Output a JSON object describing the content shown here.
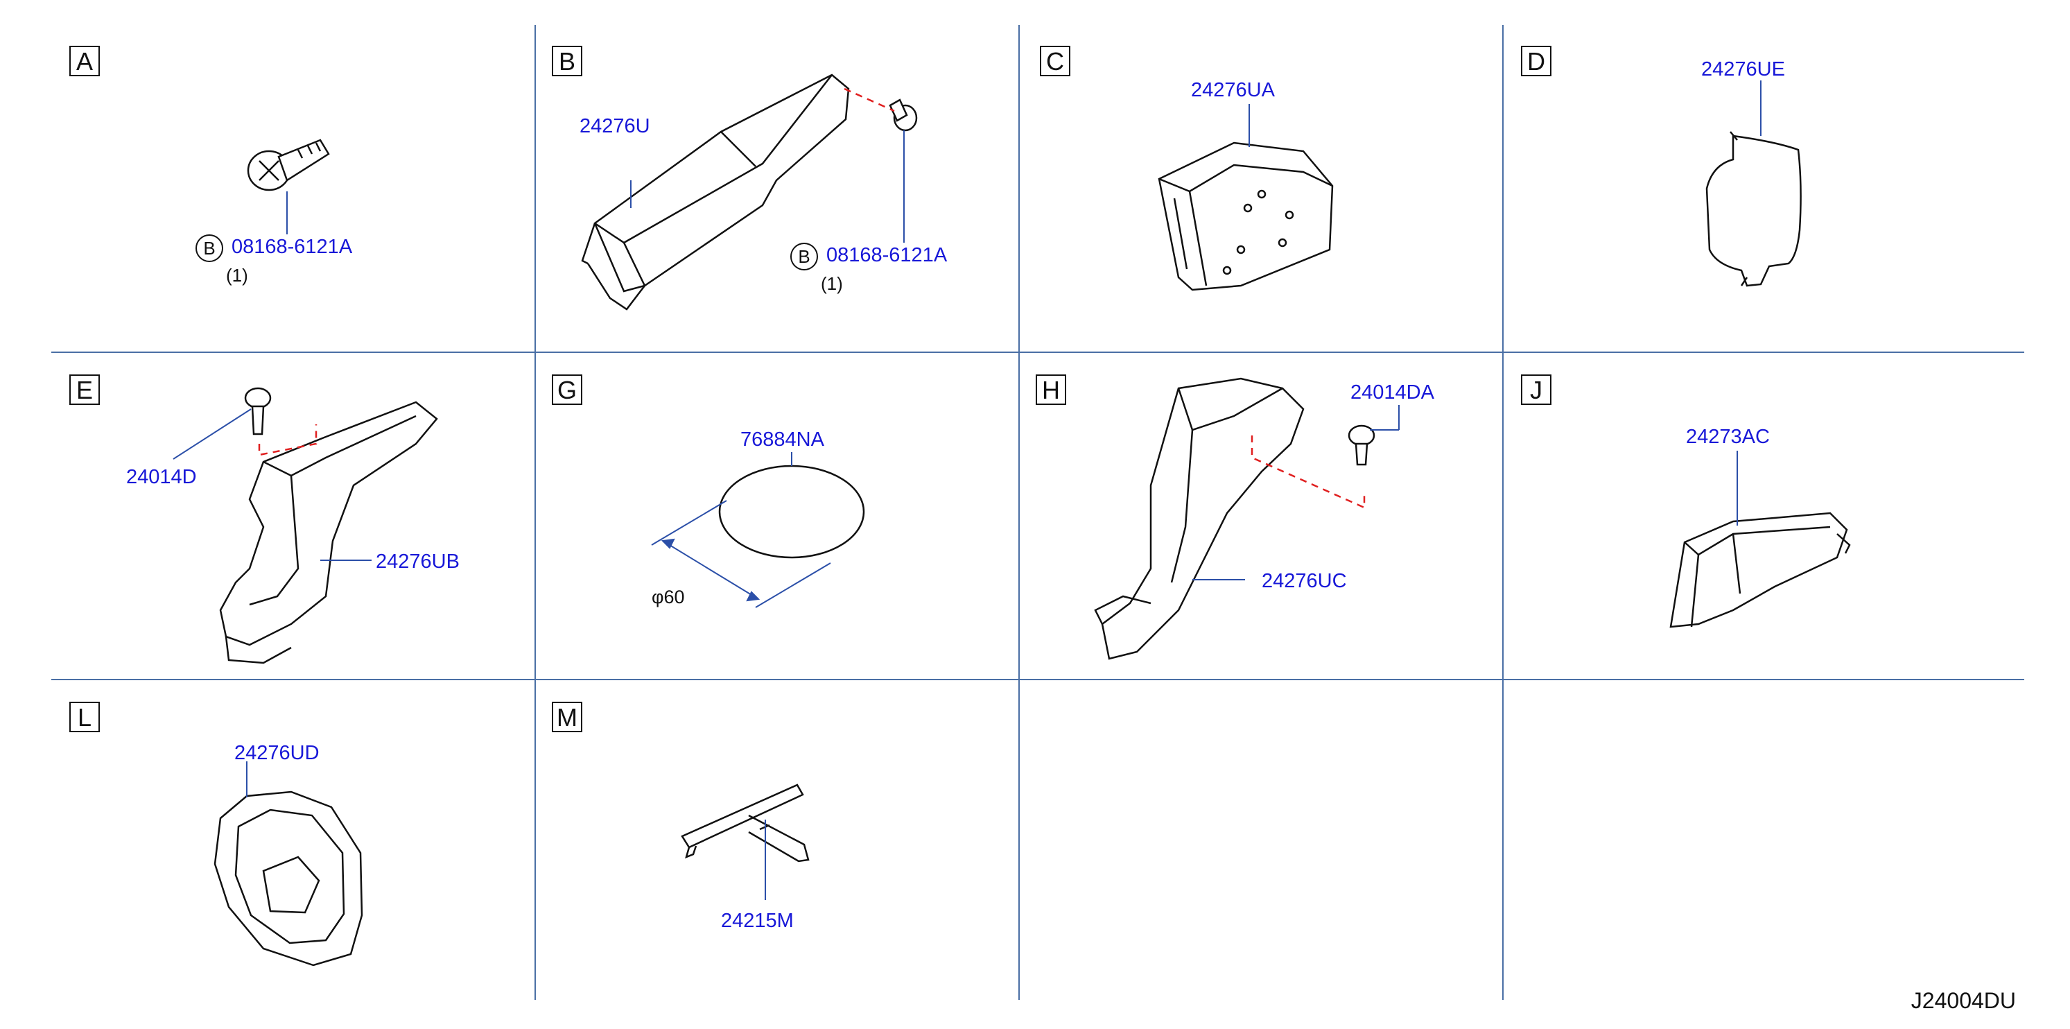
{
  "diagram_code": "J24004DU",
  "panels": {
    "A": {
      "letter": "A",
      "callout_letter": "B",
      "part": "08168-6121A",
      "qty": "(1)"
    },
    "B": {
      "letter": "B",
      "part_main": "24276U",
      "callout_letter": "B",
      "part_bolt": "08168-6121A",
      "qty": "(1)"
    },
    "C": {
      "letter": "C",
      "part": "24276UA"
    },
    "D": {
      "letter": "D",
      "part": "24276UE"
    },
    "E": {
      "letter": "E",
      "part_bolt": "24014D",
      "part_main": "24276UB"
    },
    "G": {
      "letter": "G",
      "part": "76884NA",
      "dimension": "φ60"
    },
    "H": {
      "letter": "H",
      "part_bolt": "24014DA",
      "part_main": "24276UC"
    },
    "J": {
      "letter": "J",
      "part": "24273AC"
    },
    "L": {
      "letter": "L",
      "part": "24276UD"
    },
    "M": {
      "letter": "M",
      "part": "24215M"
    }
  },
  "colors": {
    "grid": "#4a6fa5",
    "part_number": "#1818d8",
    "leader": "#2b4fa8",
    "line_art": "#111111",
    "dash": "#e02020"
  }
}
